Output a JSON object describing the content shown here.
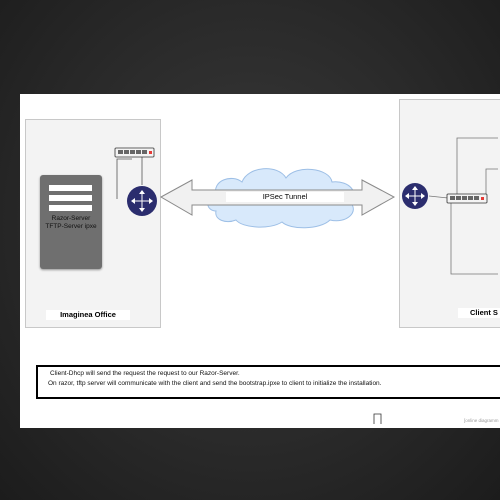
{
  "diagram": {
    "office": {
      "label": "Imaginea Office",
      "server_lines": [
        "Razor-Server",
        "TFTP-Server ipxe"
      ]
    },
    "tunnel": {
      "label": "IPSec Tunnel"
    },
    "client": {
      "label": "Client S"
    },
    "note": {
      "line1": "Client-Dhcp will send the request the request to our Razor-Server.",
      "line2": "On razor, tftp server will communicate with the client and send the bootstrap.ipxe to client to initialize the installation."
    },
    "watermark": "[online diagramm"
  },
  "colors": {
    "router": "#2b2d6e",
    "cloud_fill": "#d8e9fb",
    "cloud_stroke": "#9dbfe6",
    "server": "#6f6f6f",
    "switch_led": "#e53935"
  },
  "icons": [
    "router-icon",
    "switch-icon",
    "server-icon",
    "cloud-icon",
    "double-arrow-icon"
  ]
}
